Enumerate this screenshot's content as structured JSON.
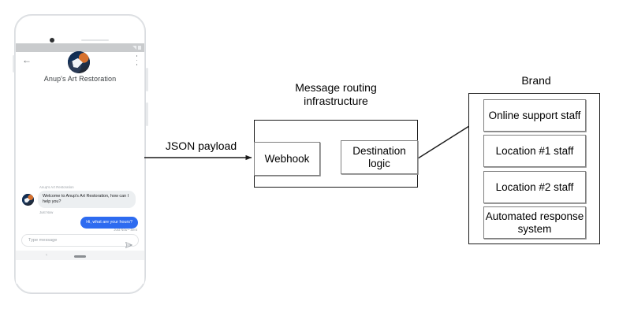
{
  "phone": {
    "status_bar": {
      "signal_icon": "signal-triangle-icon",
      "battery_icon": "battery-icon"
    },
    "app_bar": {
      "back_icon": "back-arrow-icon",
      "menu_icon": "overflow-menu-icon",
      "avatar_icon": "brand-avatar-image"
    },
    "brand_title": "Anup's Art Restoration",
    "conversation": {
      "incoming": {
        "sender": "Anup's Art Restoration",
        "text": "Welcome to Anup's Art Restoration, how can I help you?",
        "time": "Just Now"
      },
      "outgoing": {
        "text": "Hi, what are your hours?",
        "time": "Just Now • Sent"
      }
    },
    "composer": {
      "placeholder": "Type message",
      "send_icon": "send-paper-plane-icon"
    },
    "nav_bar": {
      "back_icon": "nav-back-icon",
      "home_icon": "nav-home-pill-icon"
    }
  },
  "diagram": {
    "json_payload_label": "JSON payload",
    "routing": {
      "title": "Message routing\ninfrastructure",
      "webhook_label": "Webhook",
      "destination_label": "Destination\nlogic"
    },
    "brand": {
      "title": "Brand",
      "items": [
        {
          "label": "Online support\nstaff"
        },
        {
          "label": "Location #1\nstaff"
        },
        {
          "label": "Location #2\nstaff"
        },
        {
          "label": "Automated\nresponse system"
        }
      ]
    }
  },
  "colors": {
    "background": "#ffffff",
    "stroke_dark": "#1a1a1a",
    "stroke_gray": "#808080",
    "bubble_incoming": "#eceff1",
    "bubble_outgoing": "#2d6bf0",
    "status_bar": "#c9cbcd",
    "phone_frame": "#e3e5e7",
    "muted_text": "#9aa0a6"
  }
}
